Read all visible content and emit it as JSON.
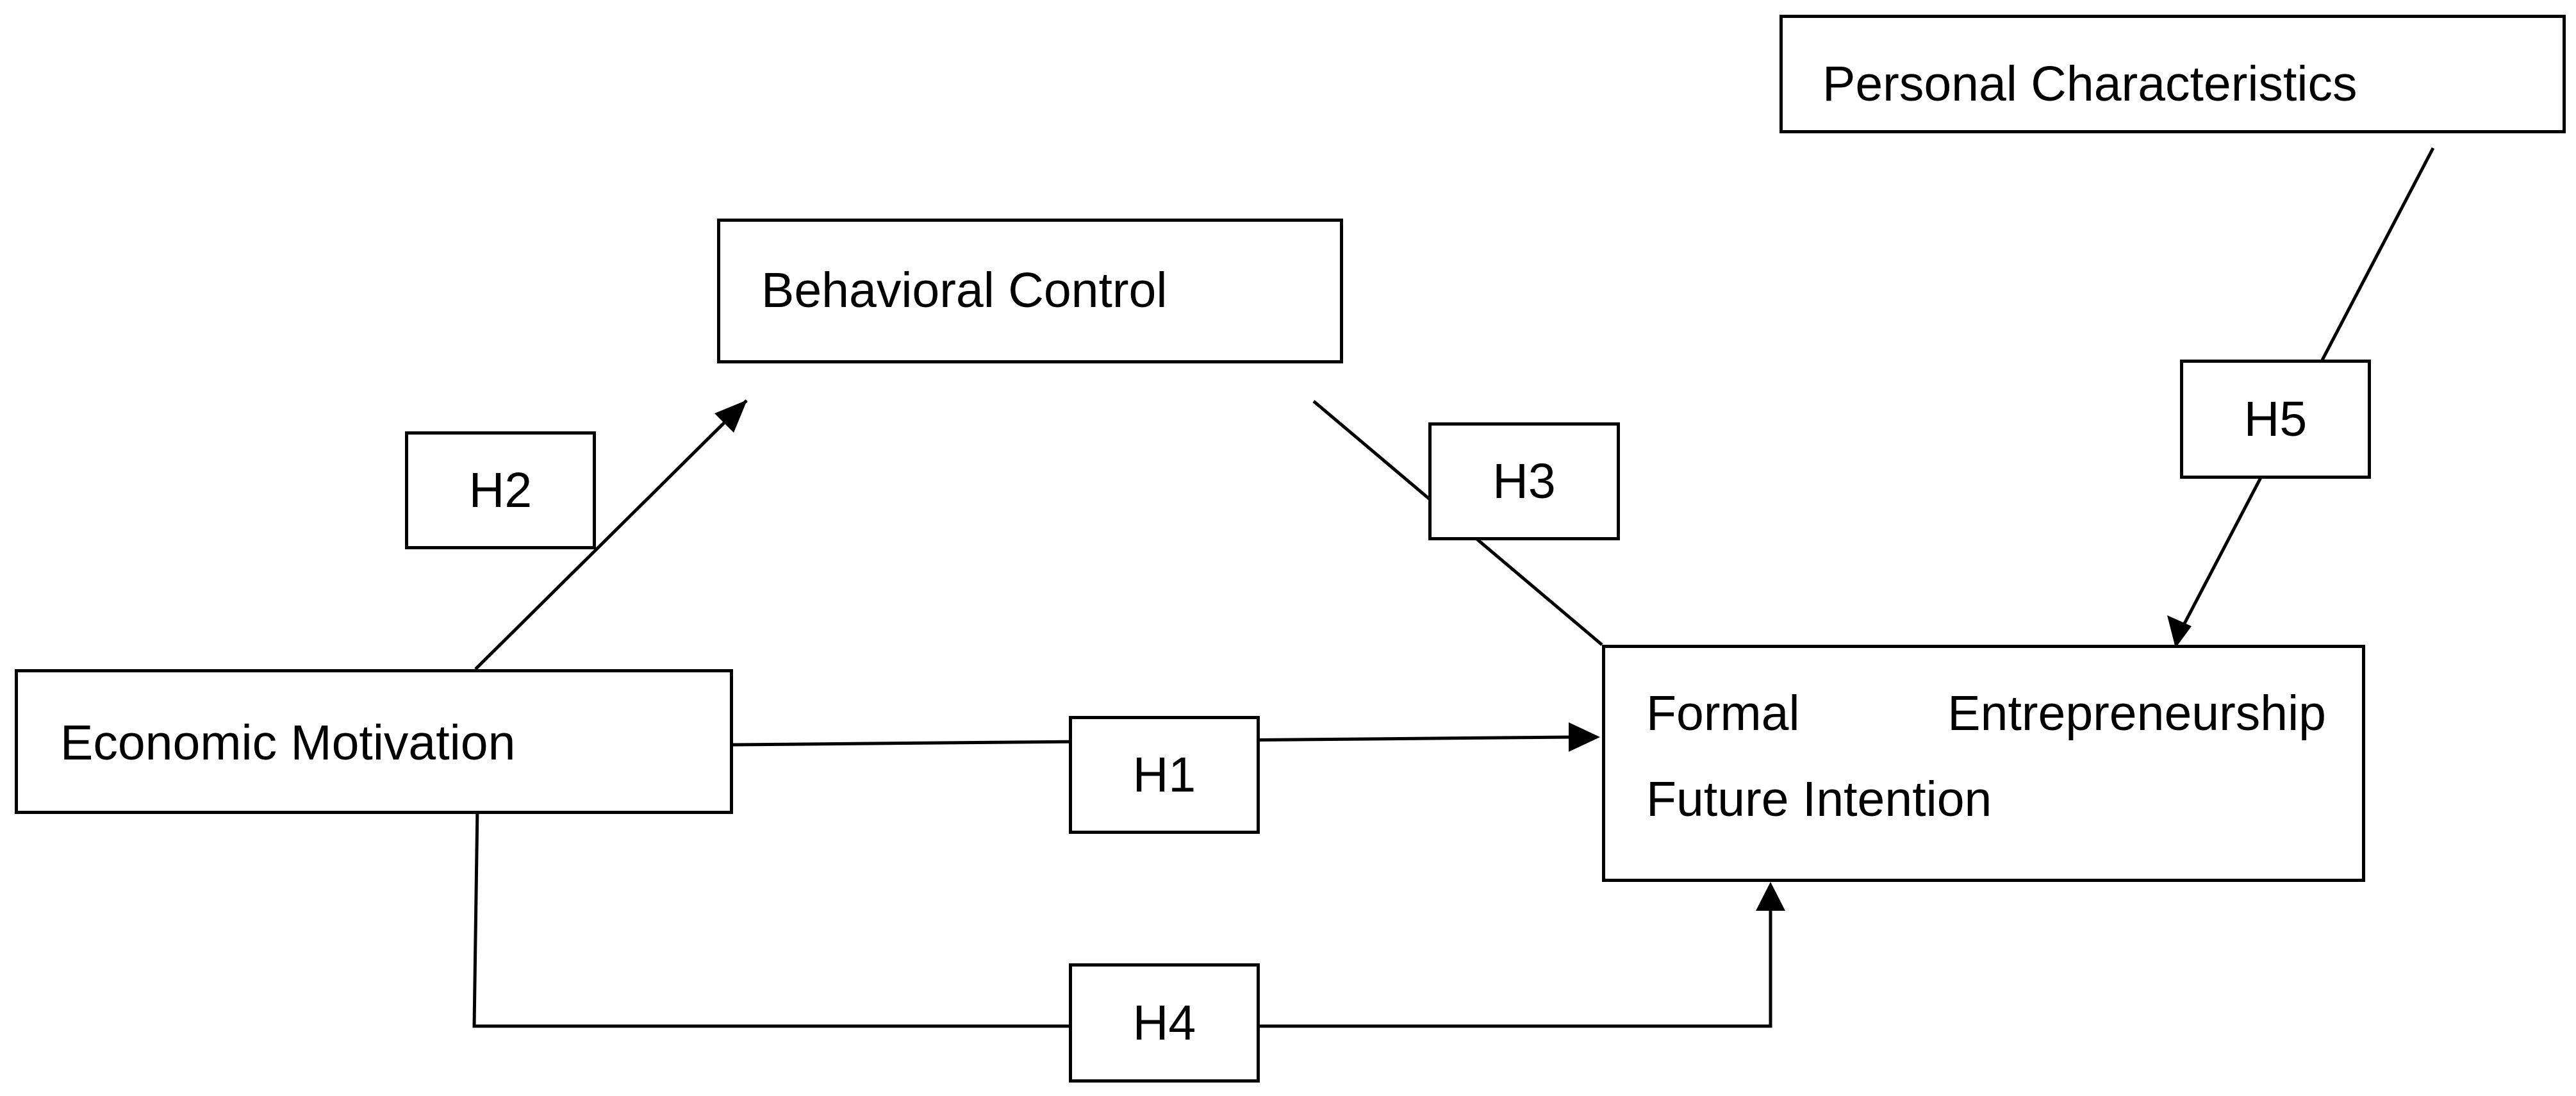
{
  "nodes": {
    "personal_characteristics": "Personal Characteristics",
    "behavioral_control": "Behavioral Control",
    "economic_motivation": "Economic Motivation",
    "formal_intention": {
      "word1": "Formal",
      "word2": "Entrepreneurship",
      "line2": "Future Intention"
    }
  },
  "hypotheses": {
    "h1": "H1",
    "h2": "H2",
    "h3": "H3",
    "h4": "H4",
    "h5": "H5"
  },
  "colors": {
    "stroke": "#000000",
    "background": "#ffffff"
  }
}
